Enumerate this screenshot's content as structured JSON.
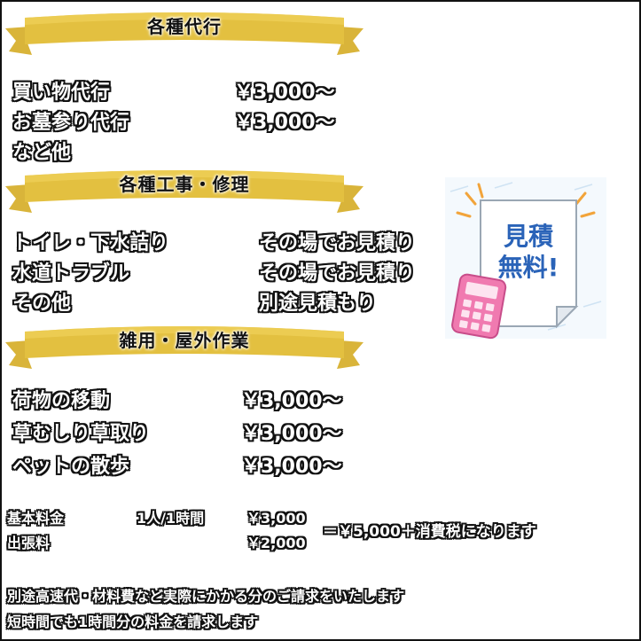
{
  "sections": {
    "services": {
      "title": "各種代行",
      "items": [
        {
          "name": "買い物代行",
          "price": "￥3,000～"
        },
        {
          "name": "お墓参り代行",
          "price": "￥3,000～"
        },
        {
          "name": "など他",
          "price": ""
        }
      ]
    },
    "construction": {
      "title": "各種工事・修理",
      "items": [
        {
          "name": "トイレ・下水詰り",
          "price": "その場でお見積り"
        },
        {
          "name": "水道トラブル",
          "price": "その場でお見積り"
        },
        {
          "name": "その他",
          "price": "別途見積もり"
        }
      ]
    },
    "chores": {
      "title": "雑用・屋外作業",
      "items": [
        {
          "name": "荷物の移動",
          "price": "￥3,000～"
        },
        {
          "name": "草むしり草取り",
          "price": "￥3,000～"
        },
        {
          "name": "ペットの散歩",
          "price": "￥3,000～"
        }
      ]
    }
  },
  "fees": {
    "basic_label": "基本料金",
    "basic_unit": "1人/1時間",
    "basic_price": "￥3,000",
    "travel_label": "出張料",
    "travel_price": "￥2,000",
    "total": "＝￥5,000＋消費税になります"
  },
  "notes": [
    "別途高速代・材料費など実際にかかる分のご請求をいたします",
    "短時間でも1時間分の料金を請求します"
  ],
  "estimate_badge": {
    "line1": "見積",
    "line2": "無料!"
  },
  "colors": {
    "banner_gold": "#d9b43a",
    "banner_gold_light": "#e8c84e",
    "badge_blue": "#2a63b8",
    "calculator_pink": "#f07ab0"
  }
}
